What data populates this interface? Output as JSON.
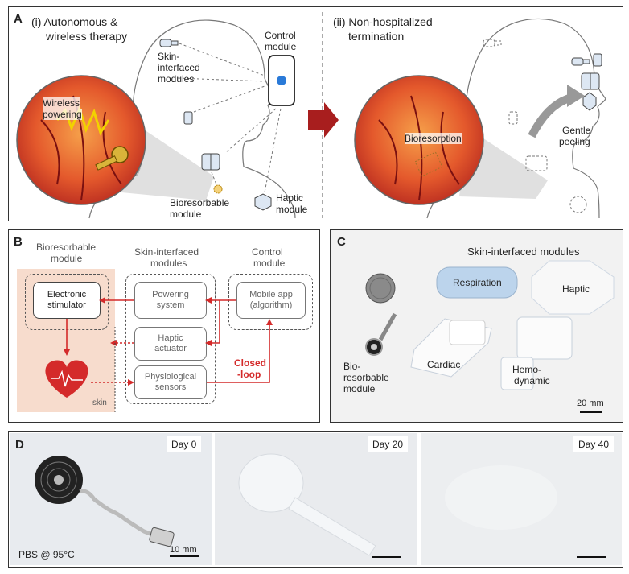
{
  "panel_a": {
    "label": "A",
    "title_i_line1": "(i) Autonomous &",
    "title_i_line2": "wireless therapy",
    "title_ii_line1": "(ii) Non-hospitalized",
    "title_ii_line2": "termination",
    "skin_label_1": "Skin-",
    "skin_label_2": "interfaced",
    "skin_label_3": "modules",
    "control_label_1": "Control",
    "control_label_2": "module",
    "wireless_label_1": "Wireless",
    "wireless_label_2": "powering",
    "bioresorbable_label_1": "Bioresorbable",
    "bioresorbable_label_2": "module",
    "haptic_label_1": "Haptic",
    "haptic_label_2": "module",
    "bioresorption_label": "Bioresorption",
    "peeling_label_1": "Gentle",
    "peeling_label_2": "peeling"
  },
  "panel_b": {
    "label": "B",
    "col1_title_1": "Bioresorbable",
    "col1_title_2": "module",
    "col2_title_1": "Skin-interfaced",
    "col2_title_2": "modules",
    "col3_title_1": "Control",
    "col3_title_2": "module",
    "electronic_1": "Electronic",
    "electronic_2": "stimulator",
    "powering_1": "Powering",
    "powering_2": "system",
    "mobile_1": "Mobile app",
    "mobile_2": "(algorithm)",
    "haptic_1": "Haptic",
    "haptic_2": "actuator",
    "physio_1": "Physiological",
    "physio_2": "sensors",
    "closed_1": "Closed",
    "closed_2": "-loop",
    "skin": "skin"
  },
  "panel_c": {
    "label": "C",
    "title": "Skin-interfaced modules",
    "respiration": "Respiration",
    "haptic": "Haptic",
    "cardiac": "Cardiac",
    "hemo_1": "Hemo-",
    "hemo_2": "dynamic",
    "bio_1": "Bio-",
    "bio_2": "resorbable",
    "bio_3": "module",
    "scale": "20 mm"
  },
  "panel_d": {
    "label": "D",
    "day0": "Day 0",
    "day20": "Day 20",
    "day40": "Day 40",
    "condition": "PBS @ 95°C",
    "scale": "10 mm"
  },
  "colors": {
    "red_arrow": "#d42a2a",
    "dark_red": "#a81e1e",
    "peach_bg": "#f7dccd",
    "blue_module": "#bcd4ec"
  }
}
